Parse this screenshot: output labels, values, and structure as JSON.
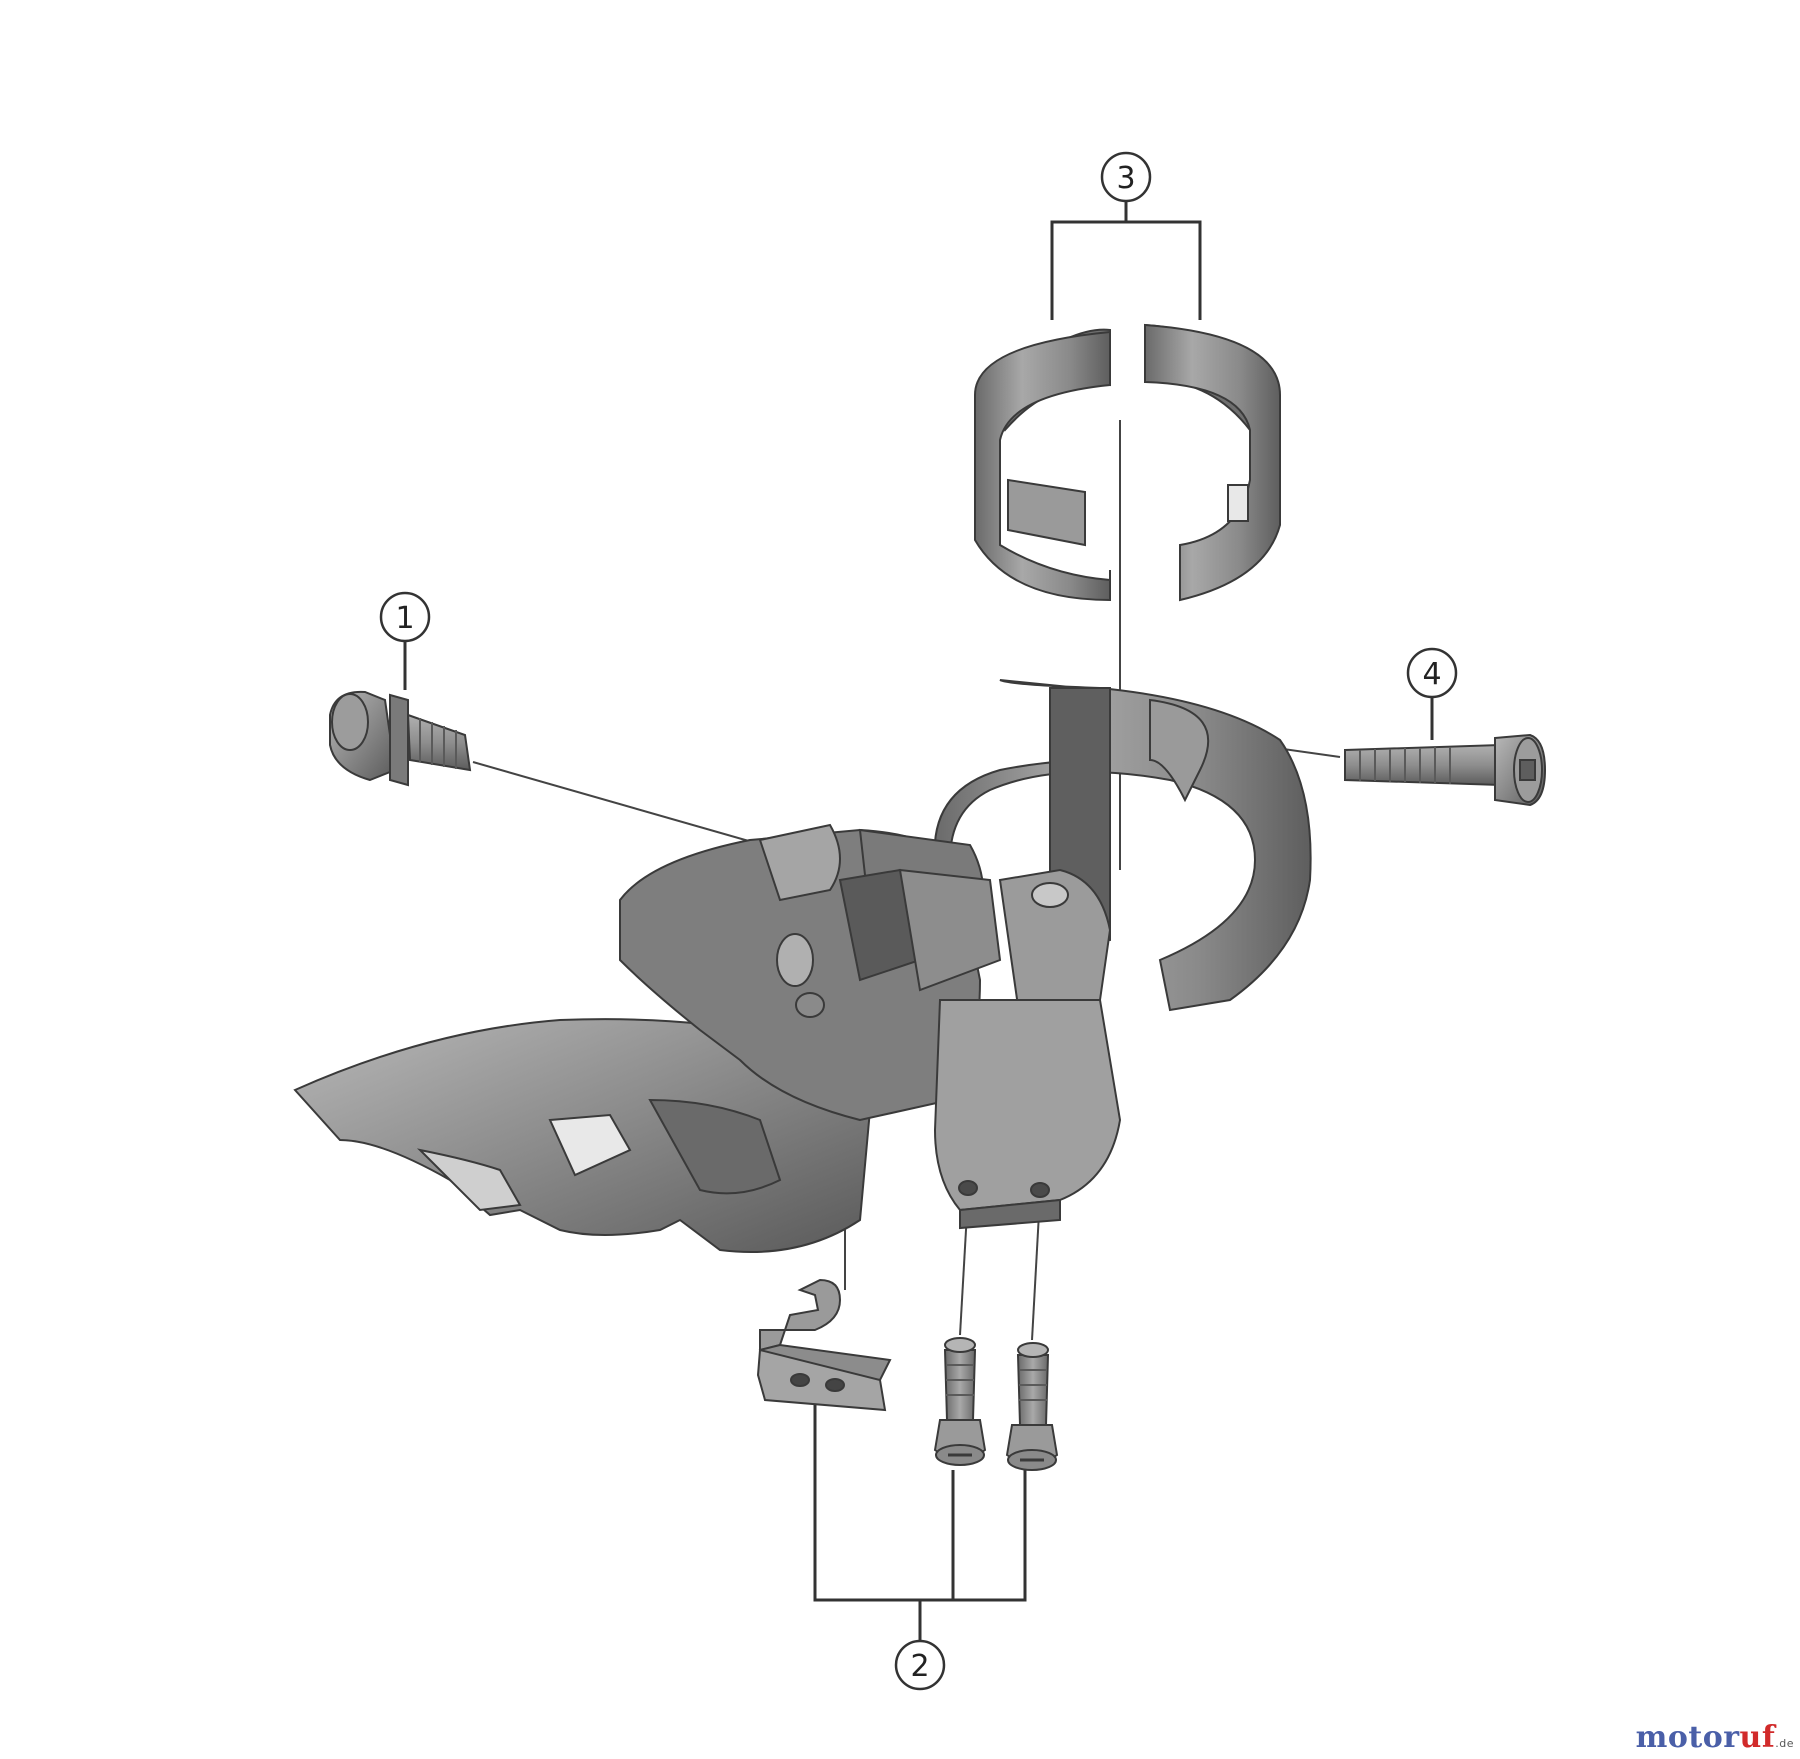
{
  "callouts": [
    {
      "id": "1",
      "label": "1"
    },
    {
      "id": "2",
      "label": "2"
    },
    {
      "id": "3",
      "label": "3"
    },
    {
      "id": "4",
      "label": "4"
    }
  ],
  "watermark": {
    "brand": "motoruf",
    "suffix": ".de",
    "colors": [
      "#4a5fa8",
      "#d12a2a"
    ]
  },
  "colors": {
    "part_fill": "#8c8c8c",
    "part_dark": "#555555",
    "part_light": "#b5b5b5",
    "part_outline": "#3a3a3a",
    "leader_line": "#444444"
  }
}
